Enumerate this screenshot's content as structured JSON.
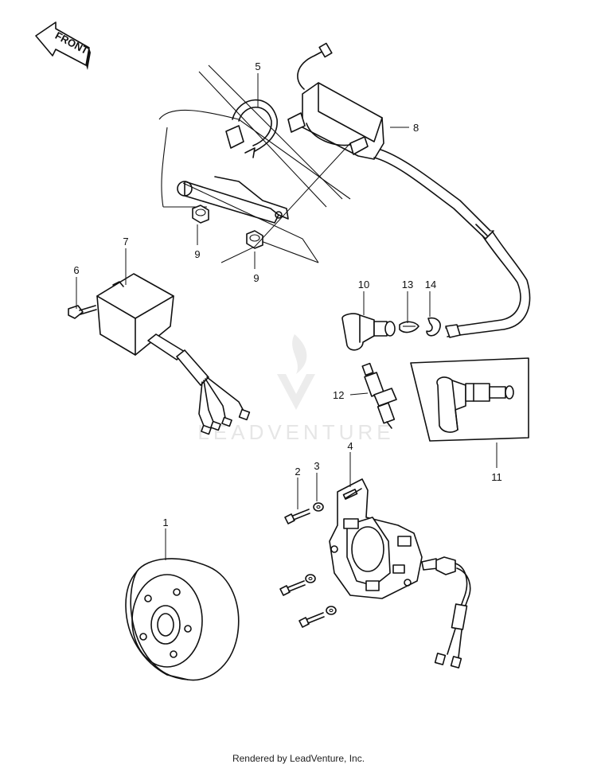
{
  "front_label": "FRONT",
  "watermark": "LEADVENTURE",
  "callouts": {
    "c1": "1",
    "c2": "2",
    "c3": "3",
    "c4": "4",
    "c5": "5",
    "c6": "6",
    "c7": "7",
    "c8": "8",
    "c9a": "9",
    "c9b": "9",
    "c10": "10",
    "c11": "11",
    "c12": "12",
    "c13": "13",
    "c14": "14"
  },
  "footer": "Rendered by LeadVenture, Inc."
}
